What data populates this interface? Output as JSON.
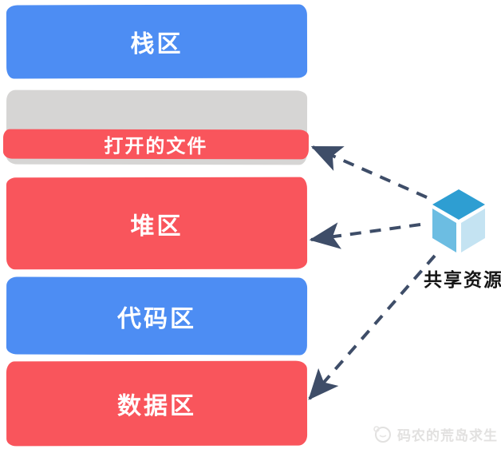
{
  "diagram": {
    "title_hint": "process memory layout with shared resources",
    "blocks": [
      {
        "id": "stack",
        "label": "栈区",
        "fill": "blue"
      },
      {
        "id": "open-files",
        "label": "打开的文件",
        "fill": "gray-with-red-stripe"
      },
      {
        "id": "heap",
        "label": "堆区",
        "fill": "red"
      },
      {
        "id": "code",
        "label": "代码区",
        "fill": "blue"
      },
      {
        "id": "data",
        "label": "数据区",
        "fill": "red"
      }
    ],
    "shared_resource": {
      "label": "共享资源",
      "icon": "cube-3d-icon"
    },
    "arrows": [
      {
        "from": "shared-resource-cube",
        "to": "open-files",
        "style": "dashed"
      },
      {
        "from": "shared-resource-cube",
        "to": "heap",
        "style": "dashed"
      },
      {
        "from": "shared-resource-cube",
        "to": "data",
        "style": "dashed"
      }
    ],
    "watermark": {
      "text": "码农的荒岛求生",
      "icon": "logo-circle-icon"
    }
  },
  "colors": {
    "blue": "#4D8DF3",
    "red": "#F9555C",
    "gray": "#D6D5D4",
    "arrow": "#3E4D68",
    "cube_top": "#2E9ED2",
    "cube_left": "#6CBDE2",
    "cube_right": "#C4E3F2",
    "block_text": "#FFFFFF",
    "shared_label_text": "#161616",
    "watermark_text": "#E2E1E0"
  }
}
